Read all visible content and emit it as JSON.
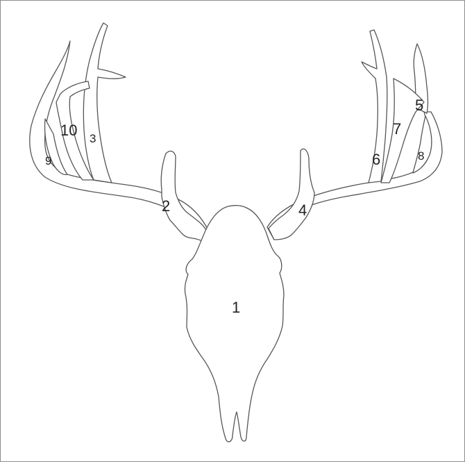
{
  "diagram": {
    "regions": [
      {
        "id": "1",
        "label": "1"
      },
      {
        "id": "2",
        "label": "2"
      },
      {
        "id": "3",
        "label": "3"
      },
      {
        "id": "4",
        "label": "4"
      },
      {
        "id": "5",
        "label": "5"
      },
      {
        "id": "6",
        "label": "6"
      },
      {
        "id": "7",
        "label": "7"
      },
      {
        "id": "8",
        "label": "8"
      },
      {
        "id": "9",
        "label": "9"
      },
      {
        "id": "10",
        "label": "10"
      }
    ]
  }
}
